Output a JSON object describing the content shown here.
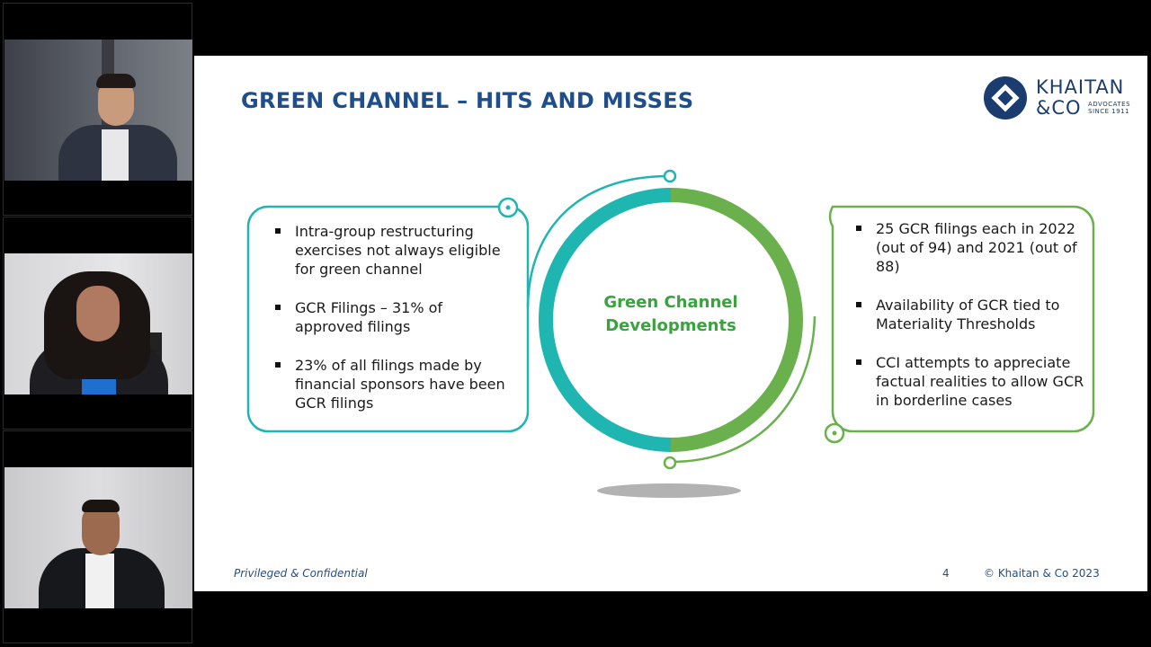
{
  "slide": {
    "title": "GREEN CHANNEL – HITS AND MISSES",
    "logo": {
      "name_line1": "KHAITAN",
      "name_line2": "&CO",
      "sub_line1": "ADVOCATES",
      "sub_line2": "SINCE 1911"
    },
    "center_label_line1": "Green Channel",
    "center_label_line2": "Developments",
    "left_box": [
      "Intra-group restructuring exercises not always eligible for green channel",
      "GCR Filings – 31% of approved filings",
      "23% of all filings made by financial sponsors have been GCR filings"
    ],
    "right_box": [
      "25 GCR filings each in 2022 (out of 94) and 2021 (out of 88)",
      "Availability of GCR tied to Materiality Thresholds",
      "CCI attempts to appreciate factual realities to allow GCR in borderline cases"
    ],
    "footer_left": "Privileged & Confidential",
    "page_number": "4",
    "footer_right": "© Khaitan & Co 2023"
  },
  "colors": {
    "teal": "#1fb5b0",
    "green": "#6ab04c",
    "title_blue": "#1f4e8c"
  }
}
